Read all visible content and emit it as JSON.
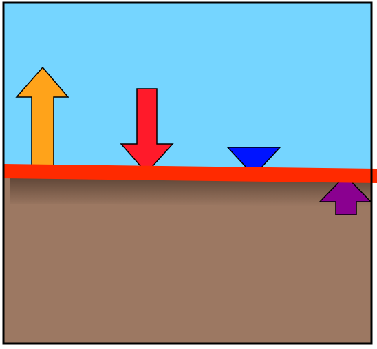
{
  "diagram": {
    "colors": {
      "sky": "#75D5FF",
      "ground": "#9C7862",
      "ground_shadow": "#4A3428",
      "surface_line": "#FF2A00",
      "border": "#000000",
      "orange_arrow": "#FFA31A",
      "red_arrow": "#FF1A2A",
      "blue_marker": "#0014FF",
      "purple_arrow": "#8A0090"
    },
    "elements": [
      {
        "name": "orange-up-arrow-icon",
        "direction": "up",
        "color_key": "orange_arrow"
      },
      {
        "name": "red-down-arrow-icon",
        "direction": "down",
        "color_key": "red_arrow"
      },
      {
        "name": "blue-triangle-marker-icon",
        "direction": "down",
        "color_key": "blue_marker"
      },
      {
        "name": "purple-up-arrow-icon",
        "direction": "up",
        "color_key": "purple_arrow"
      }
    ]
  }
}
